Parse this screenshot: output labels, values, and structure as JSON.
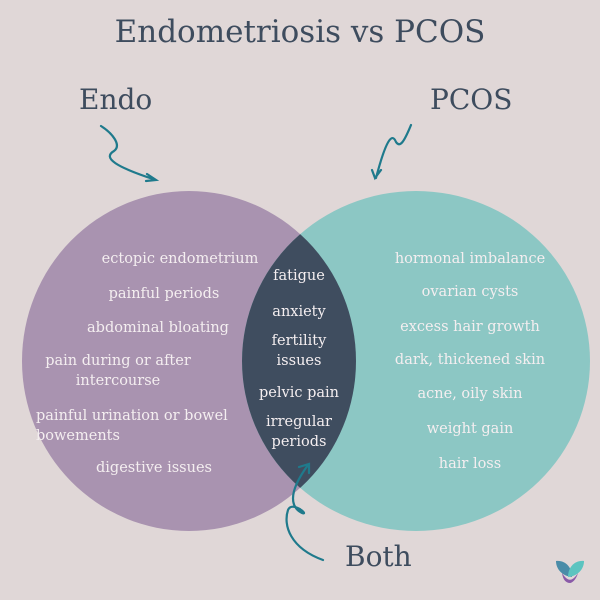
{
  "title": "Endometriosis vs PCOS",
  "labels": {
    "endo": "Endo",
    "pcos": "PCOS",
    "both": "Both"
  },
  "endo_items": [
    "ectopic endometrium",
    "painful periods",
    "abdominal bloating",
    "pain during or after intercourse",
    "painful urination or bowel bowements",
    "digestive issues"
  ],
  "both_items": [
    "fatigue",
    "anxiety",
    "fertility issues",
    "pelvic pain",
    "irregular periods"
  ],
  "pcos_items": [
    "hormonal imbalance",
    "ovarian cysts",
    "excess hair growth",
    "dark, thickened skin",
    "acne, oily skin",
    "weight gain",
    "hair loss"
  ],
  "colors": {
    "endo": "#a993b0",
    "pcos": "#8cc7c4",
    "both": "#3f4d5f",
    "arrow": "#1f7a8c",
    "background": "#e0d7d7"
  }
}
